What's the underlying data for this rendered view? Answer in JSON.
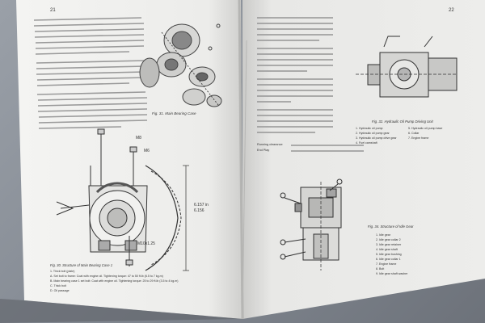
{
  "left_page": {
    "header_number": "21",
    "figures": {
      "fig31_caption": "Fig. 31. Main Bearing Case",
      "fig30_caption": "Fig. 30. Structure of Main Bearing Case 1",
      "fig30_items": [
        "1. Thick bolt (plate)",
        "A. Set bolt to frame: Coat with engine oil. Tightening torque: 47 to 50 ft.lb (6.5 to 7 kg.m)",
        "B. Main bearing case 1 set bolt: Coat with engine oil. Tightening torque: 25 to 29 ft.lb (3.5 to 4 kg.m)",
        "C. Thick bolt",
        "D. Oil passage"
      ],
      "callouts": {
        "m8": "M8",
        "m6": "M6",
        "dim_top": "6.157 in",
        "dim_bottom": "6.156",
        "m10": "M10x1.25"
      }
    }
  },
  "right_page": {
    "header_number": "22",
    "figures": {
      "fig32_caption": "Fig. 32. Hydraulic Oil Pump Driving Unit",
      "fig32_items": [
        "1. Hydraulic oil pump",
        "2. Hydraulic oil pump gear",
        "3. Hydraulic oil pump drive gear",
        "4. Fuel camshaft",
        "5. Hydraulic oil pump base",
        "6. Collar",
        "7. Engine frame"
      ],
      "fig34_caption": "Fig. 34. Structure of Idle Gear",
      "fig34_items": [
        "1. Idle gear",
        "2. Idle gear collar 2",
        "3. Idle gear retainer",
        "4. Idle gear shaft",
        "5. Idle gear bushing",
        "6. Idle gear collar 1",
        "7. Engine frame",
        "8. Bolt",
        "9. Idle gear shaft washer"
      ]
    },
    "table_labels": {
      "running_clearance": "Running clearance",
      "end_play": "End Play"
    }
  }
}
